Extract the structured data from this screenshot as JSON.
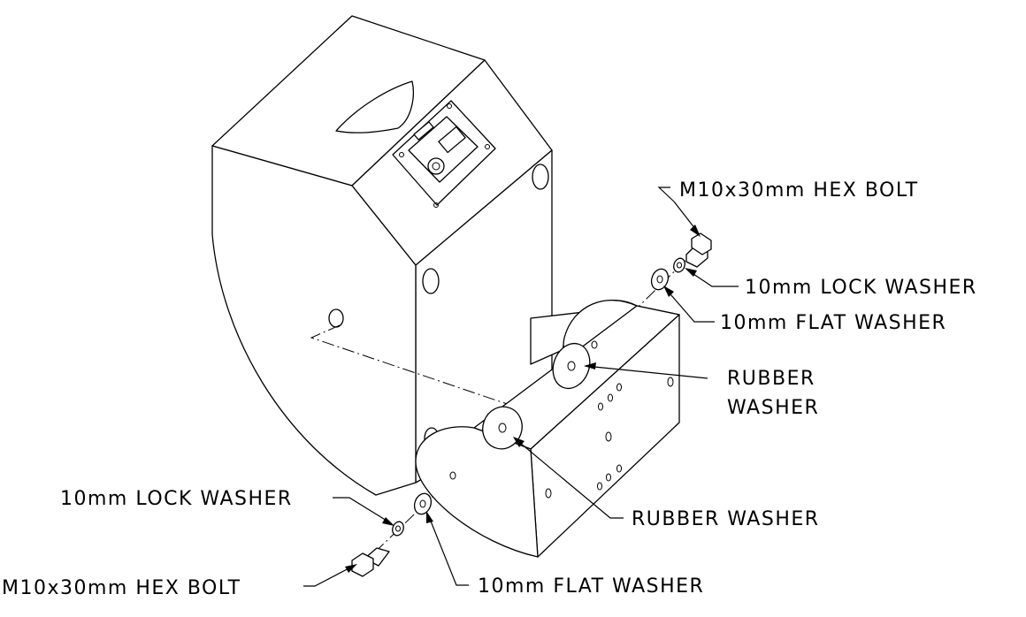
{
  "callouts": {
    "top_hex_bolt": "M10x30mm HEX BOLT",
    "top_lock_washer": "10mm LOCK WASHER",
    "top_flat_washer": "10mm FLAT WASHER",
    "right_rubber_washer_line1": "RUBBER",
    "right_rubber_washer_line2": "WASHER",
    "bottom_rubber_washer": "RUBBER WASHER",
    "bottom_lock_washer": "10mm LOCK WASHER",
    "bottom_hex_bolt": "M10x30mm HEX BOLT",
    "bottom_flat_washer": "10mm FLAT WASHER"
  },
  "icons": {
    "arrowhead": "arrowhead-icon"
  }
}
